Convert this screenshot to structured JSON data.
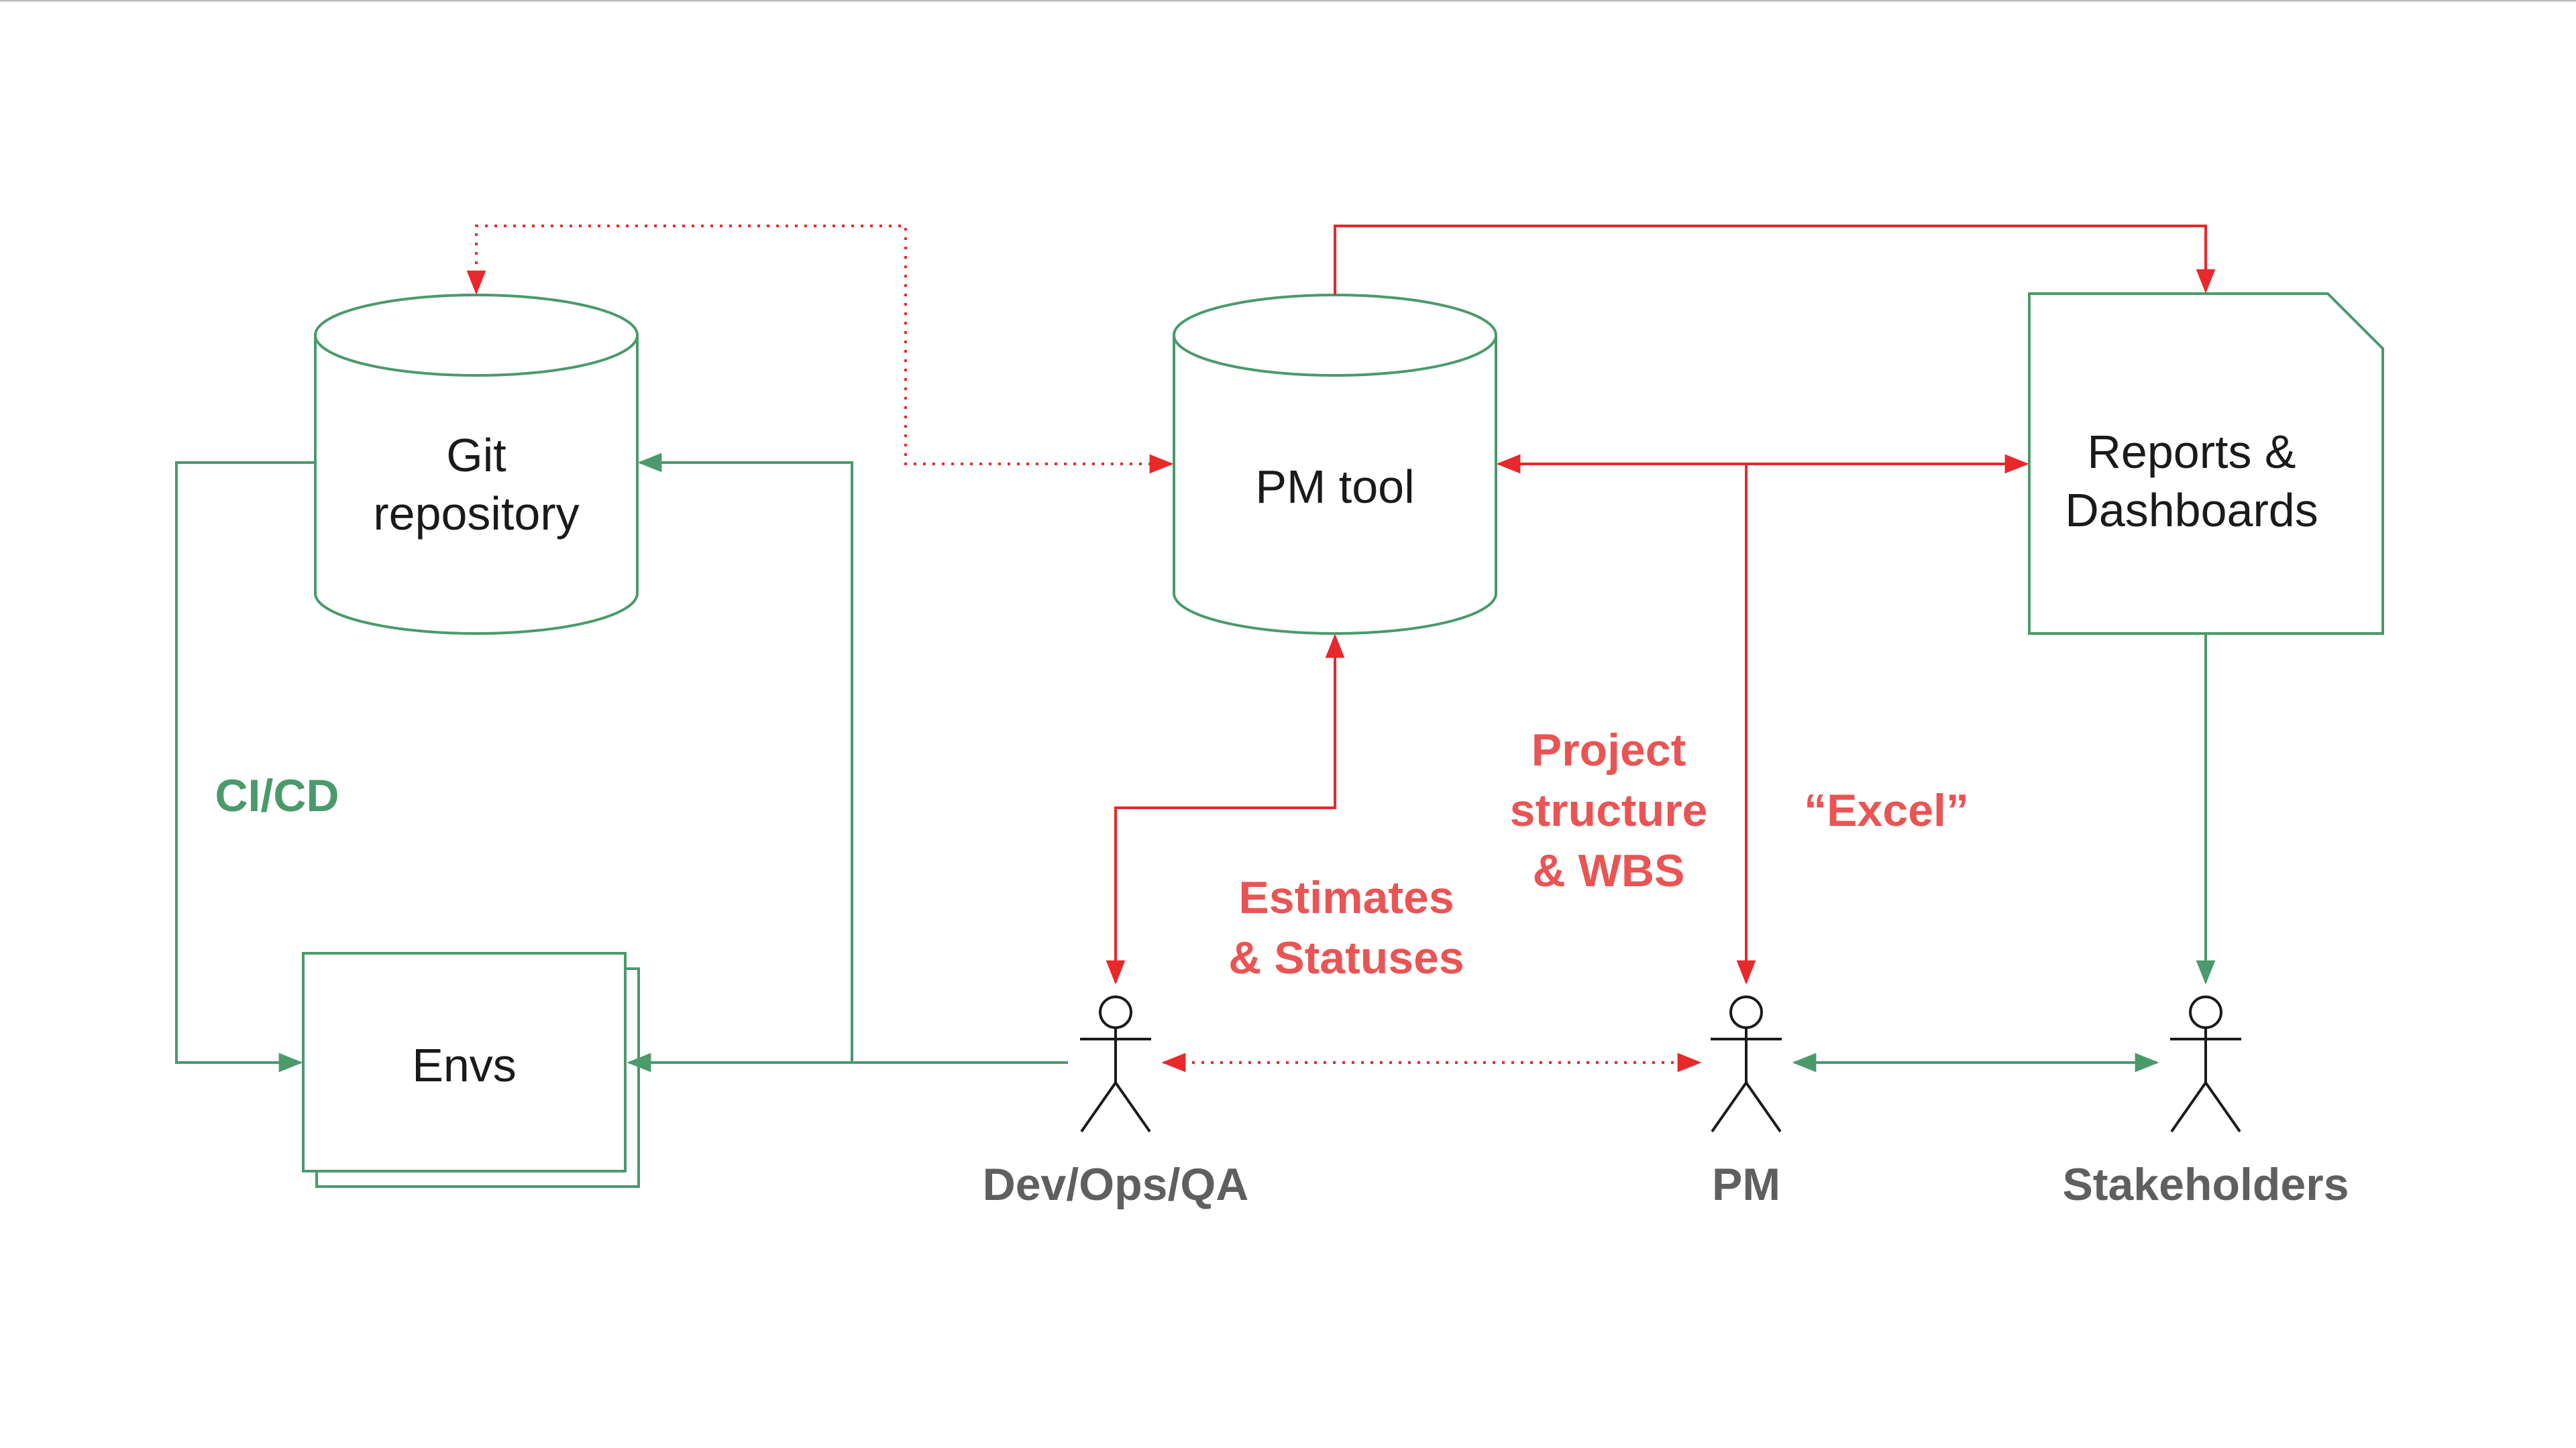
{
  "colors": {
    "green": "#4a9a6c",
    "red": "#e8282b",
    "red_label": "#ea5454",
    "gray": "#5f5f5f",
    "black": "#1a1a1a",
    "top_rule": "#bdbdbd"
  },
  "nodes": {
    "git": {
      "line1": "Git",
      "line2": "repository",
      "shape": "cylinder"
    },
    "pm_tool": {
      "label": "PM tool",
      "shape": "cylinder"
    },
    "reports": {
      "line1": "Reports &",
      "line2": "Dashboards",
      "shape": "document"
    },
    "envs": {
      "label": "Envs",
      "shape": "stacked-rectangles"
    }
  },
  "actors": {
    "dev": {
      "label": "Dev/Ops/QA"
    },
    "pm": {
      "label": "PM"
    },
    "stakeholders": {
      "label": "Stakeholders"
    }
  },
  "labels": {
    "cicd": "CI/CD",
    "estimates": {
      "line1": "Estimates",
      "line2": "& Statuses"
    },
    "project": {
      "line1": "Project",
      "line2": "structure",
      "line3": "& WBS"
    },
    "excel": "“Excel”"
  }
}
